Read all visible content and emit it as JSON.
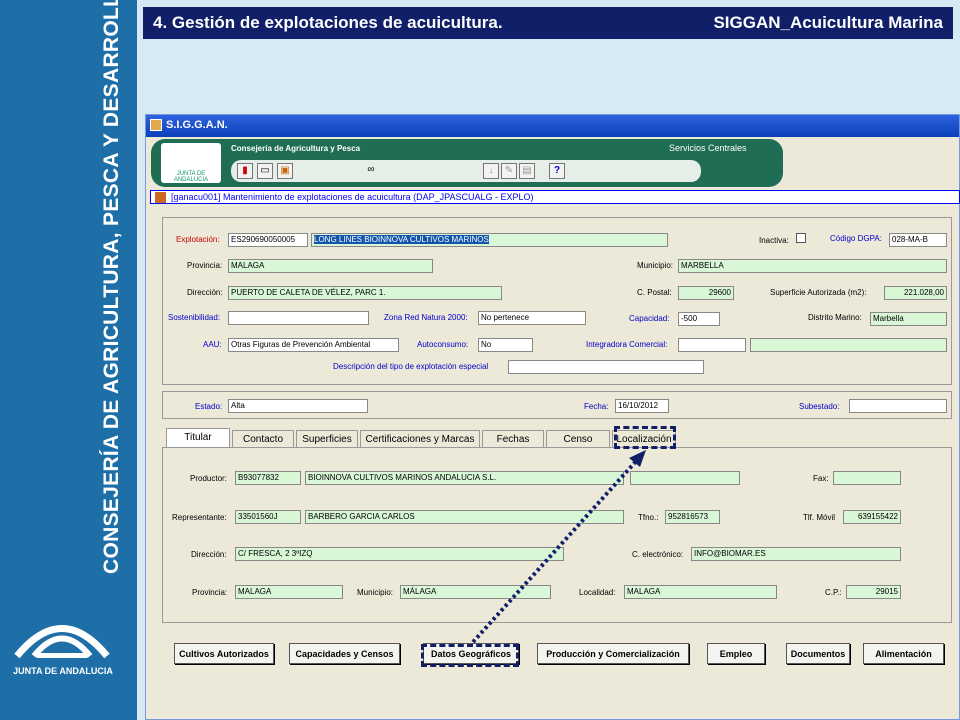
{
  "slide": {
    "title": "4. Gestión de explotaciones de acuicultura.",
    "subtitle": "SIGGAN_Acuicultura Marina",
    "sidebar_text": "CONSEJERÍA DE AGRICULTURA, PESCA Y DESARROLLO RURAL",
    "logo_text": "JUNTA DE ANDALUCIA"
  },
  "window": {
    "title": "S.I.G.G.A.N.",
    "banner_org": "Consejería de Agricultura y Pesca",
    "banner_svc": "Servicios Centrales",
    "banner_logo": "JUNTA DE ANDALUCIA",
    "form_title": "[ganacu001] Mantenimiento de explotaciones de acuicultura  (DAP_JPASCUALG - EXPLO)"
  },
  "toolbar": [
    "door-icon",
    "folder-icon",
    "save-icon",
    "binoculars-icon",
    "down-arrow-icon",
    "pencil-icon",
    "print-icon",
    "help-icon"
  ],
  "form": {
    "explotacion_label": "Explotación:",
    "explotacion_code": "ES290690050005",
    "explotacion_name": "LONG LINES BIOINNOVA CULTIVOS MARINOS",
    "inactiva_label": "Inactiva:",
    "codigo_label": "Código DGPA:",
    "codigo": "028-MA-B",
    "provincia_label": "Provincia:",
    "provincia": "MALAGA",
    "municipio_label": "Municipio:",
    "municipio": "MARBELLA",
    "direccion_label": "Dirección:",
    "direccion": "PUERTO DE CALETA DE VÉLEZ, PARC 1.",
    "cp_label": "C. Postal:",
    "cp": "29600",
    "superficie_label": "Superficie Autorizada (m2):",
    "superficie": "221.028,00",
    "sostenibilidad_label": "Sostenibilidad:",
    "sostenibilidad": "",
    "zona_label": "Zona Red Natura 2000:",
    "zona": "No pertenece",
    "capacidad_label": "Capacidad:",
    "capacidad": "-500",
    "distrito_label": "Distrito Marino:",
    "distrito": "Marbella",
    "aau_label": "AAU:",
    "aau": "Otras Figuras de Prevención Ambiental",
    "autoconsumo_label": "Autoconsumo:",
    "autoconsumo": "No",
    "integradora_label": "Integradora Comercial:",
    "integradora_code": "",
    "integradora_name": "",
    "descripcion_label": "Descripción del tipo de explotación especial",
    "descripcion": "",
    "estado_label": "Estado:",
    "estado": "Alta",
    "fecha_label": "Fecha:",
    "fecha": "16/10/2012",
    "subestado_label": "Subestado:",
    "subestado": ""
  },
  "tabs": [
    "Titular",
    "Contacto",
    "Superficies",
    "Certificaciones y Marcas",
    "Fechas",
    "Censo",
    "Localización"
  ],
  "titular": {
    "productor_label": "Productor:",
    "productor_nif": "B93077832",
    "productor_name": "BIOINNOVA CULTIVOS MARINOS ANDALUCIA S.L.",
    "productor_extra": "",
    "fax_label": "Fax:",
    "fax": "",
    "repr_label": "Representante:",
    "repr_nif": "33501560J",
    "repr_name": "BARBERO GARCIA CARLOS",
    "tfno_label": "Tfno.:",
    "tfno": "952816573",
    "movil_label": "Tlf. Móvil",
    "movil": "639155422",
    "dir_label": "Dirección:",
    "dir": "C/ FRESCA, 2 3ºIZQ",
    "email_label": "C. electrónico:",
    "email": "INFO@BIOMAR.ES",
    "prov_label": "Provincia:",
    "prov": "MALAGA",
    "mun_label": "Municipio:",
    "mun": "MÁLAGA",
    "loc_label": "Localidad:",
    "loc": "MALAGA",
    "cp_label": "C.P.:",
    "cp": "29015"
  },
  "buttons": [
    "Cultivos Autorizados",
    "Capacidades y Censos",
    "Datos Geográficos",
    "Producción y Comercialización",
    "Empleo",
    "Documentos",
    "Alimentación"
  ]
}
